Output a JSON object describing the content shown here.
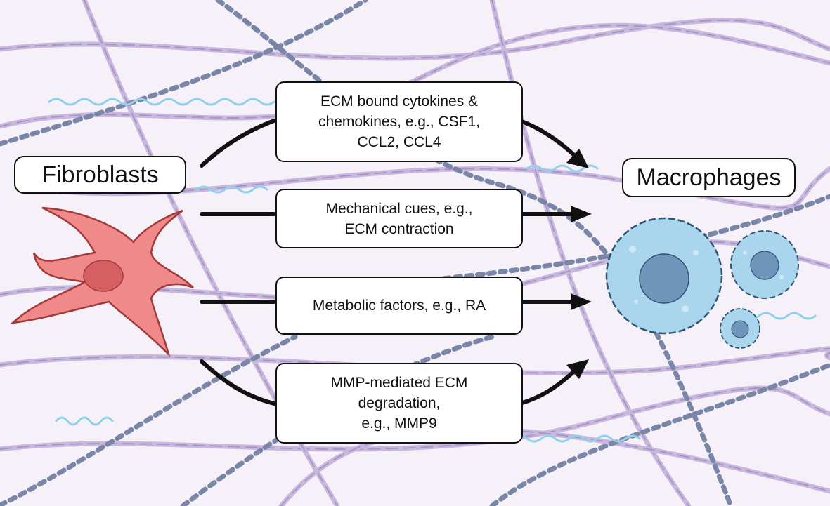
{
  "labels": {
    "source": "Fibroblasts",
    "target": "Macrophages"
  },
  "signals": [
    {
      "lines": [
        "ECM bound cytokines &",
        "chemokines, e.g., CSF1,",
        "CCL2, CCL4"
      ]
    },
    {
      "lines": [
        "Mechanical cues, e.g.,",
        "ECM contraction"
      ]
    },
    {
      "lines": [
        "Metabolic factors, e.g., RA"
      ]
    },
    {
      "lines": [
        "MMP-mediated ECM",
        "degradation,",
        "e.g., MMP9"
      ]
    }
  ],
  "colors": {
    "background": "#f6f1f8",
    "collagen_fiber": "#c9b8de",
    "collagen_dark": "#a996c8",
    "beaded_fiber": "#7986a8",
    "glycan_chain": "#8fd0ea",
    "fibroblast_body": "#f08a8a",
    "fibroblast_nucleus": "#d65f63",
    "macrophage_body": "#a9d6ec",
    "macrophage_nucleus": "#6f96ba",
    "arrow": "#111111"
  },
  "icons": {
    "fibroblast": "fibroblast-cell-icon",
    "macrophages": "macrophage-cell-icon",
    "arrow": "arrow-icon"
  }
}
